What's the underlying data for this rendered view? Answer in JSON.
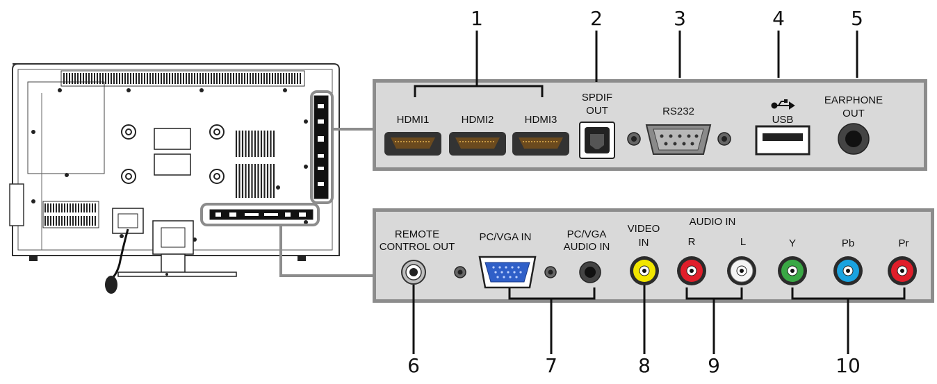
{
  "top_panel": {
    "numbers": [
      "1",
      "2",
      "3",
      "4",
      "5"
    ],
    "hdmi1": "HDMI1",
    "hdmi2": "HDMI2",
    "hdmi3": "HDMI3",
    "spdif_line1": "SPDIF",
    "spdif_line2": "OUT",
    "rs232": "RS232",
    "usb": "USB",
    "earphone_line1": "EARPHONE",
    "earphone_line2": "OUT"
  },
  "bottom_panel": {
    "numbers": [
      "6",
      "7",
      "8",
      "9",
      "10"
    ],
    "remote_line1": "REMOTE",
    "remote_line2": "CONTROL OUT",
    "pcvga_in": "PC/VGA IN",
    "pcvga_audio_line1": "PC/VGA",
    "pcvga_audio_line2": "AUDIO IN",
    "video_line1": "VIDEO",
    "video_line2": "IN",
    "audio_in": "AUDIO IN",
    "audio_r": "R",
    "audio_l": "L",
    "comp_y": "Y",
    "comp_pb": "Pb",
    "comp_pr": "Pr"
  },
  "colors": {
    "panel_fill": "#d9d9d9",
    "panel_border": "#8c8c8c",
    "video_yellow": "#f2e600",
    "audio_red": "#e01e2a",
    "audio_white": "#f4f4f4",
    "comp_green": "#3aa845",
    "comp_blue": "#1aa3e0",
    "comp_red": "#e01e2a",
    "vga_blue": "#2f5fc8"
  }
}
